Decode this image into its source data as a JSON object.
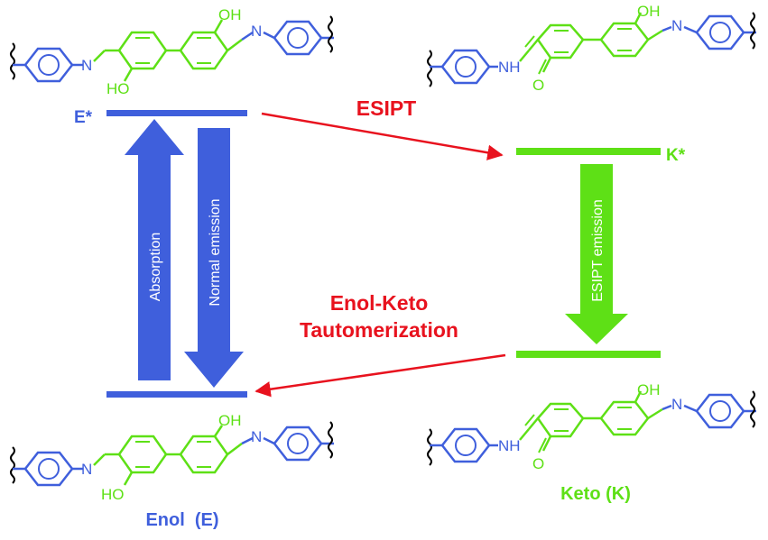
{
  "colors": {
    "enol": "#3f5fdc",
    "keto": "#5ee016",
    "arrow": "#e8121e"
  },
  "levels": {
    "excited_enol": "E*",
    "excited_keto": "K*"
  },
  "processes": {
    "esipt": "ESIPT",
    "tautomerization_line1": "Enol-Keto",
    "tautomerization_line2": "Tautomerization",
    "absorption": "Absorption",
    "normal_emission": "Normal emission",
    "esipt_emission": "ESIPT emission"
  },
  "species": {
    "enol_label": "Enol  (E)",
    "keto_label": "Keto (K)"
  },
  "atoms": {
    "oh": "OH",
    "ho": "HO",
    "n": "N",
    "nh": "NH",
    "o": "O"
  }
}
